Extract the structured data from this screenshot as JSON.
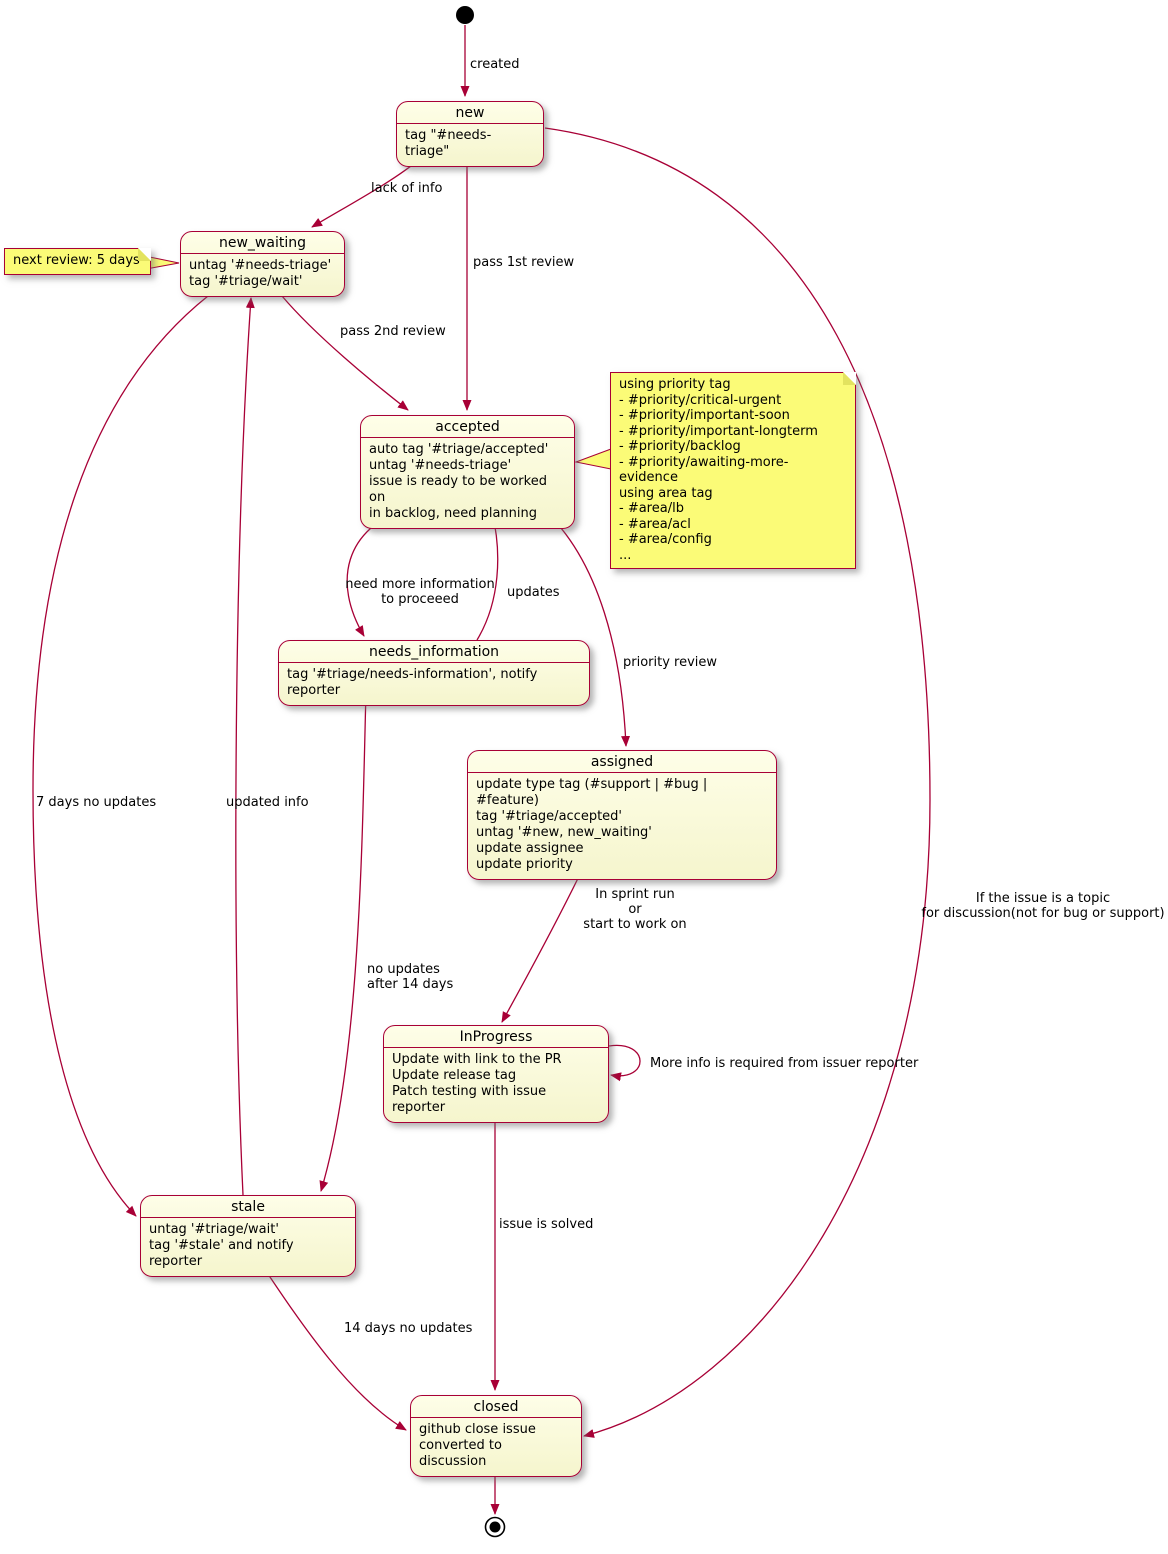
{
  "states": {
    "new": {
      "title": "new",
      "lines": [
        "tag \"#needs-triage\""
      ]
    },
    "new_waiting": {
      "title": "new_waiting",
      "lines": [
        "untag '#needs-triage'",
        "tag '#triage/wait'"
      ]
    },
    "accepted": {
      "title": "accepted",
      "lines": [
        "auto tag '#triage/accepted'",
        "untag '#needs-triage'",
        "issue is ready to be worked on",
        "in backlog, need planning"
      ]
    },
    "needs_information": {
      "title": "needs_information",
      "lines": [
        "tag '#triage/needs-information', notify reporter"
      ]
    },
    "assigned": {
      "title": "assigned",
      "lines": [
        "update type tag (#support | #bug | #feature)",
        "tag '#triage/accepted'",
        "untag '#new, new_waiting'",
        "update assignee",
        "update priority"
      ]
    },
    "InProgress": {
      "title": "InProgress",
      "lines": [
        "Update with link to the PR",
        "Update release tag",
        "Patch testing with issue reporter"
      ]
    },
    "stale": {
      "title": "stale",
      "lines": [
        "untag '#triage/wait'",
        "tag '#stale' and notify reporter"
      ]
    },
    "closed": {
      "title": "closed",
      "lines": [
        "github close issue",
        "converted to discussion"
      ]
    }
  },
  "notes": {
    "next_review": "next review: 5 days",
    "priority_lines": [
      "using priority tag",
      "- #priority/critical-urgent",
      "- #priority/important-soon",
      "- #priority/important-longterm",
      "- #priority/backlog",
      "- #priority/awaiting-more-evidence",
      "using area tag",
      "- #area/lb",
      "- #area/acl",
      "- #area/config",
      "..."
    ]
  },
  "edges": {
    "created": "created",
    "lack_of_info": "lack of info",
    "pass_1st_review": "pass 1st review",
    "pass_2nd_review": "pass 2nd review",
    "need_more_information": "need more information\nto proceeed",
    "updates": "updates",
    "priority_review": "priority review",
    "in_sprint": "In sprint run\nor\nstart to work on",
    "more_info_loop": "More info is required from issuer reporter",
    "issue_solved": "issue is solved",
    "seven_days": "7 days no updates",
    "updated_info": "updated info",
    "no_updates_14": "no updates\nafter 14 days",
    "fourteen_days": "14 days no updates",
    "topic_discussion": "If the issue is a topic\nfor discussion(not for bug or support)"
  },
  "colors": {
    "border": "#A80036",
    "state_bg": "#FDFDE2",
    "note_bg": "#FBFB77",
    "arrow": "#A80036"
  }
}
